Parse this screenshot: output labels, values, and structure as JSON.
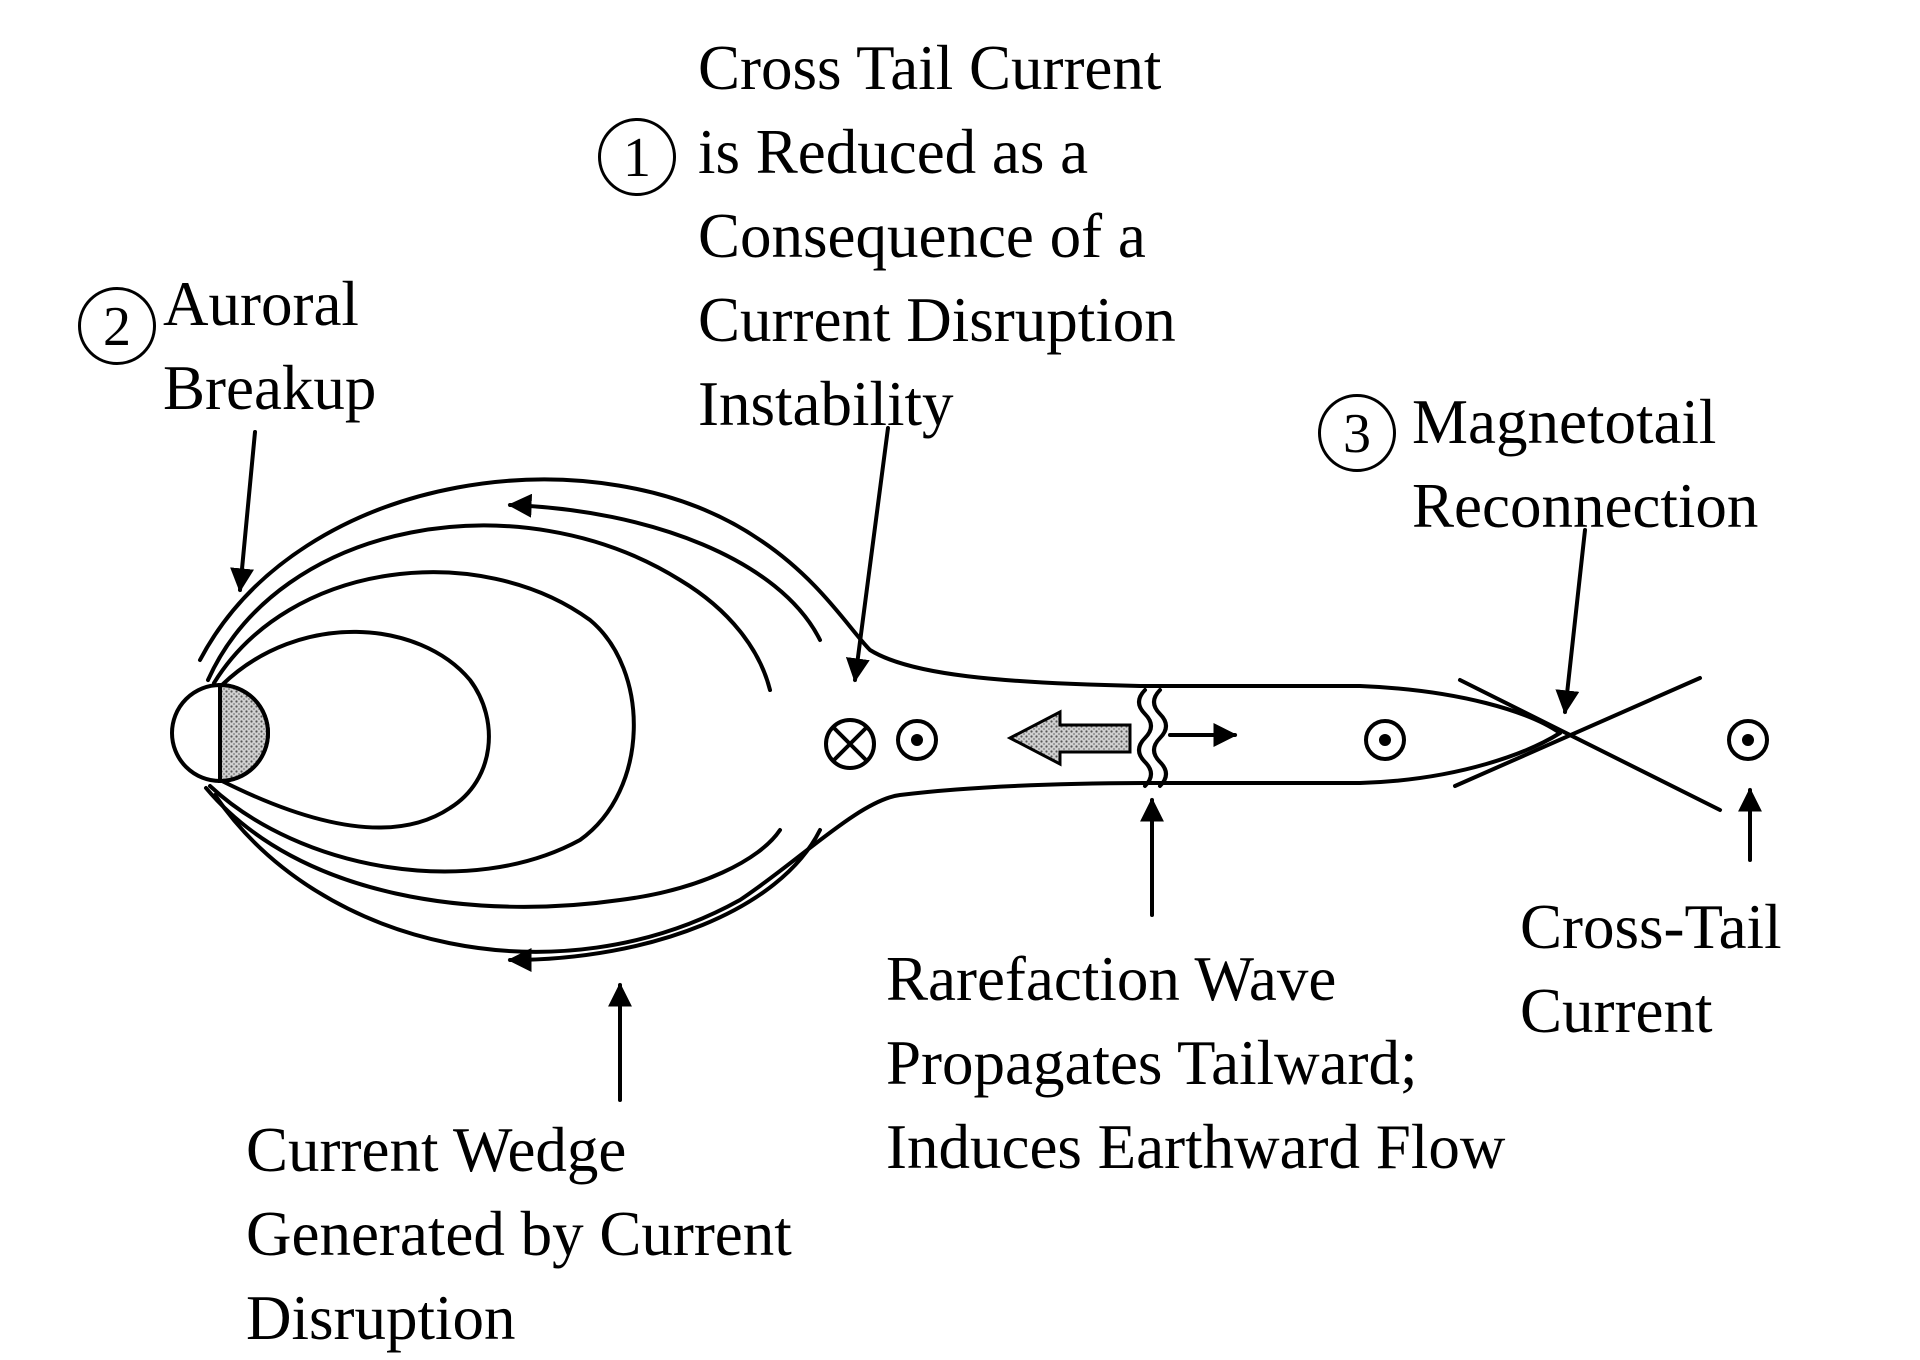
{
  "labels": {
    "step1": {
      "number": "1",
      "lines": [
        "Cross Tail Current",
        "is Reduced as a",
        "Consequence of a",
        "Current Disruption",
        "Instability"
      ]
    },
    "step2": {
      "number": "2",
      "lines": [
        "Auroral",
        "Breakup"
      ]
    },
    "step3": {
      "number": "3",
      "lines": [
        "Magnetotail",
        "Reconnection"
      ]
    },
    "current_wedge": {
      "lines": [
        "Current Wedge",
        "Generated by Current",
        "Disruption"
      ]
    },
    "rarefaction": {
      "lines": [
        "Rarefaction Wave",
        "Propagates Tailward;",
        "Induces Earthward Flow"
      ]
    },
    "cross_tail": {
      "lines": [
        "Cross-Tail",
        "Current"
      ]
    }
  },
  "colors": {
    "ink": "#000000",
    "earth_night_side": "#a8a8a8",
    "flow_arrow_fill": "#c8c8c8",
    "background": "#ffffff"
  },
  "symbols": {
    "current_into_page": "circle-x-icon",
    "current_out_of_page": "circle-dot-icon"
  }
}
